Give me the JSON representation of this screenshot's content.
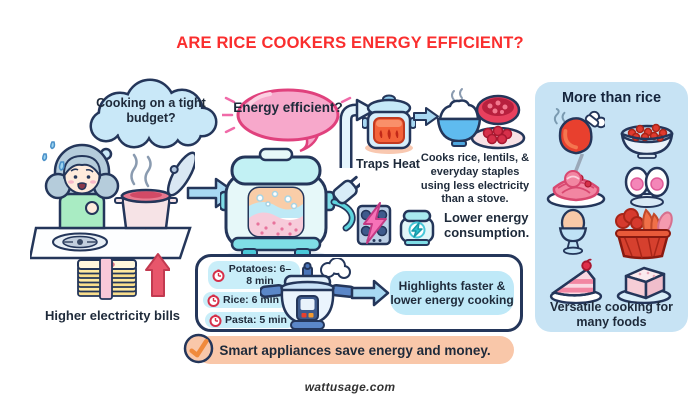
{
  "title": "ARE RICE COOKERS ENERGY EFFICIENT?",
  "left": {
    "thought_bubble": "Cooking on a tight budget?",
    "bills_caption": "Higher electricity bills"
  },
  "cooker": {
    "bubble": "Energy efficient?"
  },
  "benefits": {
    "traps_heat": "Traps Heat",
    "cooks": "Cooks rice, lentils, & everyday staples using less electricity than a stove.",
    "lower_energy": "Lower energy consumption."
  },
  "timing": {
    "items": [
      "Potatoes: 6–8 min",
      "Rice: 6 min",
      "Pasta: 5 min"
    ],
    "highlight": "Highlights faster & lower energy cooking"
  },
  "banner": {
    "text": "Smart appliances save energy and money."
  },
  "more_than_rice": {
    "title": "More than rice",
    "caption": "Versatile cooking for many foods",
    "foods": [
      "drumstick",
      "beans bowl",
      "spaghetti",
      "boiled eggs",
      "egg cup",
      "vegetable basket",
      "cake slice",
      "tofu"
    ]
  },
  "footer": "wattusage.com",
  "colors": {
    "title_red": "#FA2E2E",
    "outline_navy": "#24365A",
    "arrow_blue": "#A8D8F2",
    "bubble_pink": "#F7A8CB",
    "panel_blue": "#C7E3F4",
    "pill_blue": "#C9EEF9",
    "banner_peach": "#F9C7A9",
    "cooker_teal": "#7FDDE6"
  }
}
